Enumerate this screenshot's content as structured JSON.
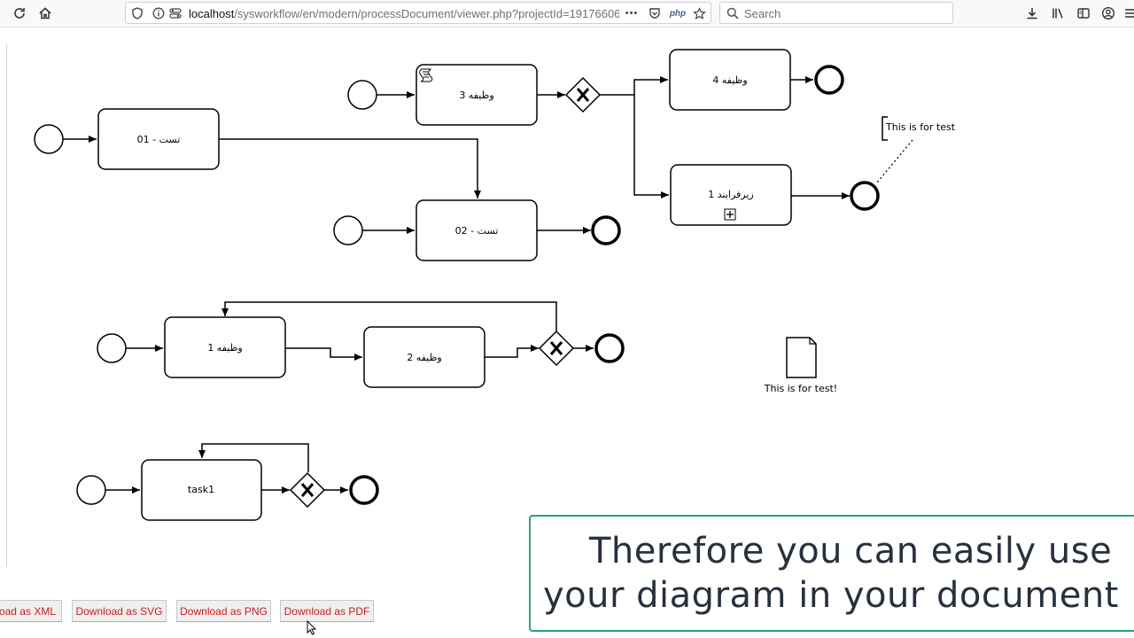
{
  "browser": {
    "url_host": "localhost",
    "url_path": "/sysworkflow/en/modern/processDocument/viewer.php?projectId=19176606",
    "search_placeholder": "Search",
    "php_badge": "php",
    "more_label": "•••"
  },
  "diagram": {
    "tasks": {
      "test01": "تست - 01",
      "test02": "تست - 02",
      "task3": "وظیفه 3",
      "task4": "وظیفه 4",
      "subprocess1": "زیرفرایند 1",
      "task1": "وظیفه 1",
      "task2": "وظیفه 2",
      "task_en": "task1"
    },
    "annotation": "This is for test",
    "data_object_label": "This is for test!"
  },
  "buttons": {
    "xml": "Download as XML",
    "svg": "Download as SVG",
    "png": "Download as PNG",
    "pdf": "Download as PDF"
  },
  "caption": {
    "line1": "Therefore you can easily use",
    "line2": "your diagram in your document"
  }
}
